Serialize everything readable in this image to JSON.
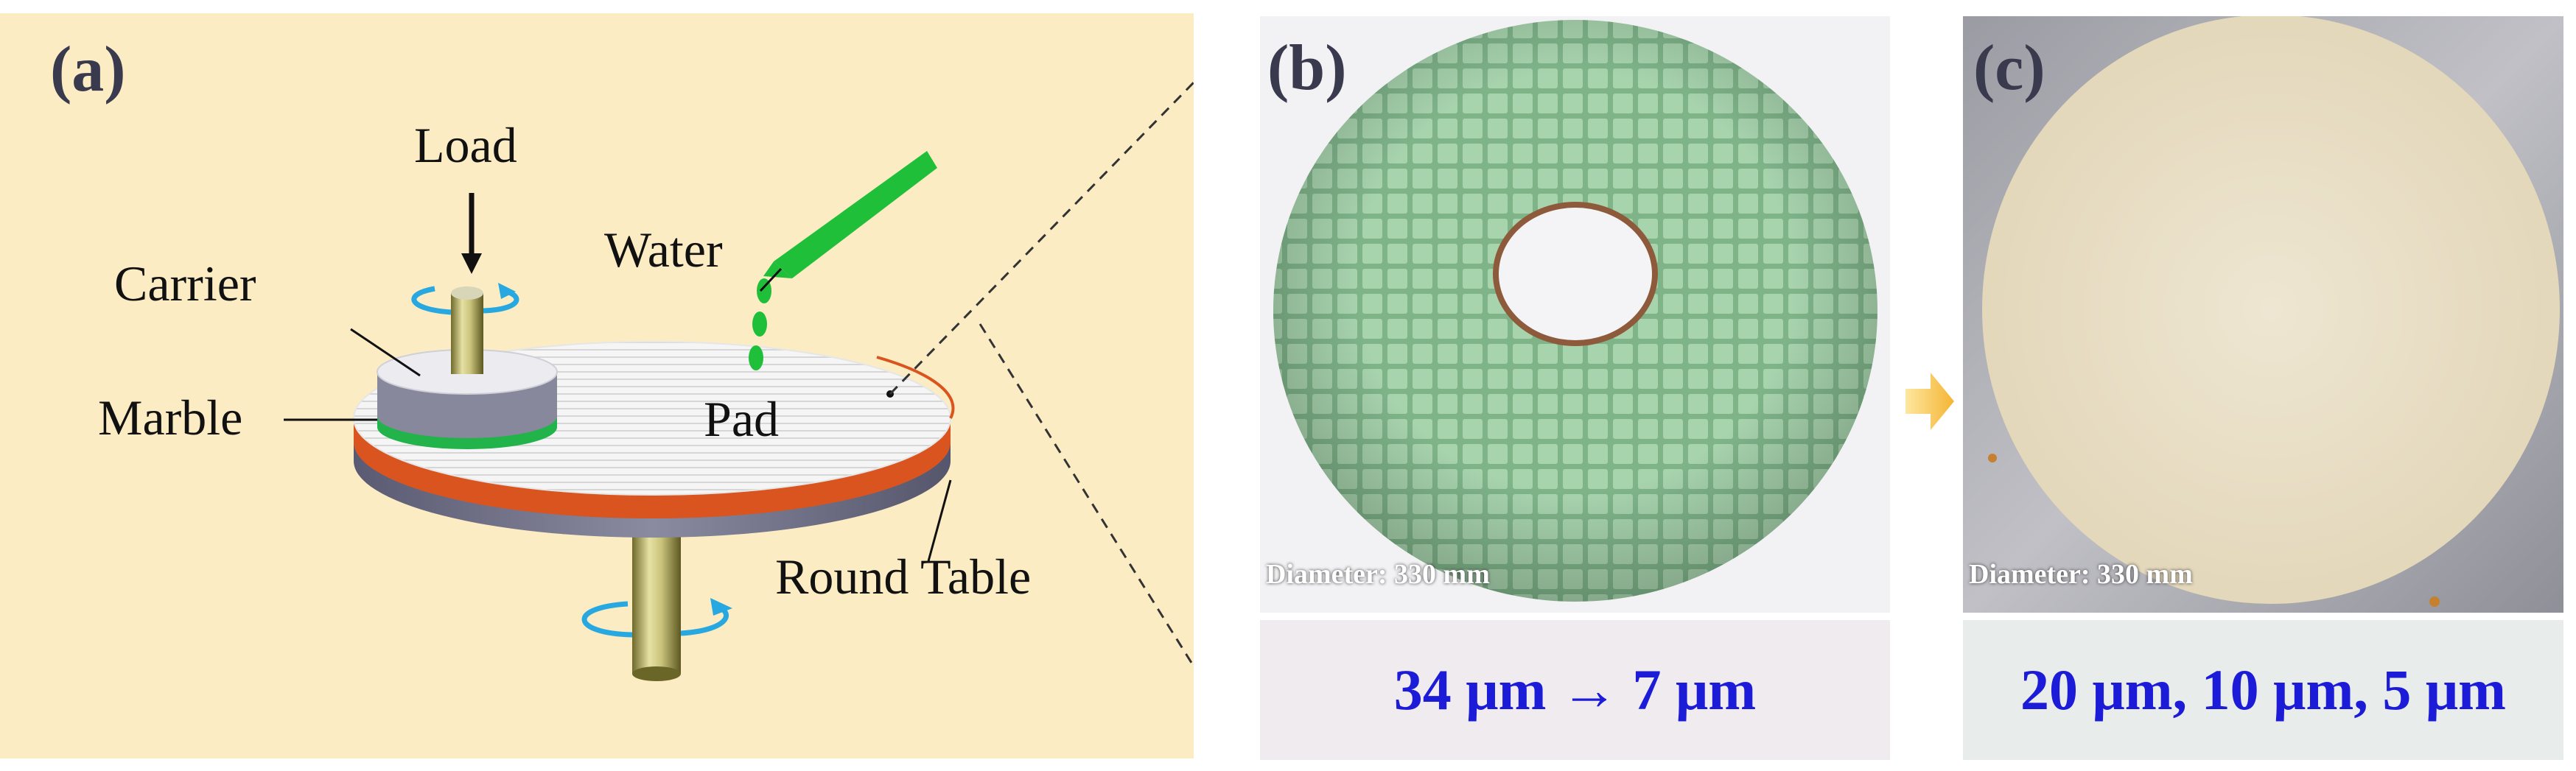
{
  "panel_a": {
    "label": "(a)",
    "callouts": {
      "load": "Load",
      "water": "Water",
      "carrier": "Carrier",
      "marble": "Marble",
      "pad": "Pad",
      "round_table": "Round Table"
    }
  },
  "panel_b": {
    "label": "(b)",
    "diameter": "Diameter: 330 mm",
    "caption": "34 μm → 7 μm"
  },
  "panel_c": {
    "label": "(c)",
    "diameter": "Diameter: 330 mm",
    "caption": "20 μm, 10 μm, 5 μm"
  },
  "colors": {
    "panel_a_bg": "#fcecc4",
    "caption_text": "#1c1cd8",
    "water_green": "#1fbf3a",
    "pad_edge": "#d9541e",
    "rotation_arrow": "#28a8e0",
    "green_pad": "#9cc9a2",
    "paper_pad": "#ece3cc"
  },
  "icons": [
    "rotation-arrow-icon",
    "load-arrow-icon",
    "right-arrow-icon"
  ]
}
